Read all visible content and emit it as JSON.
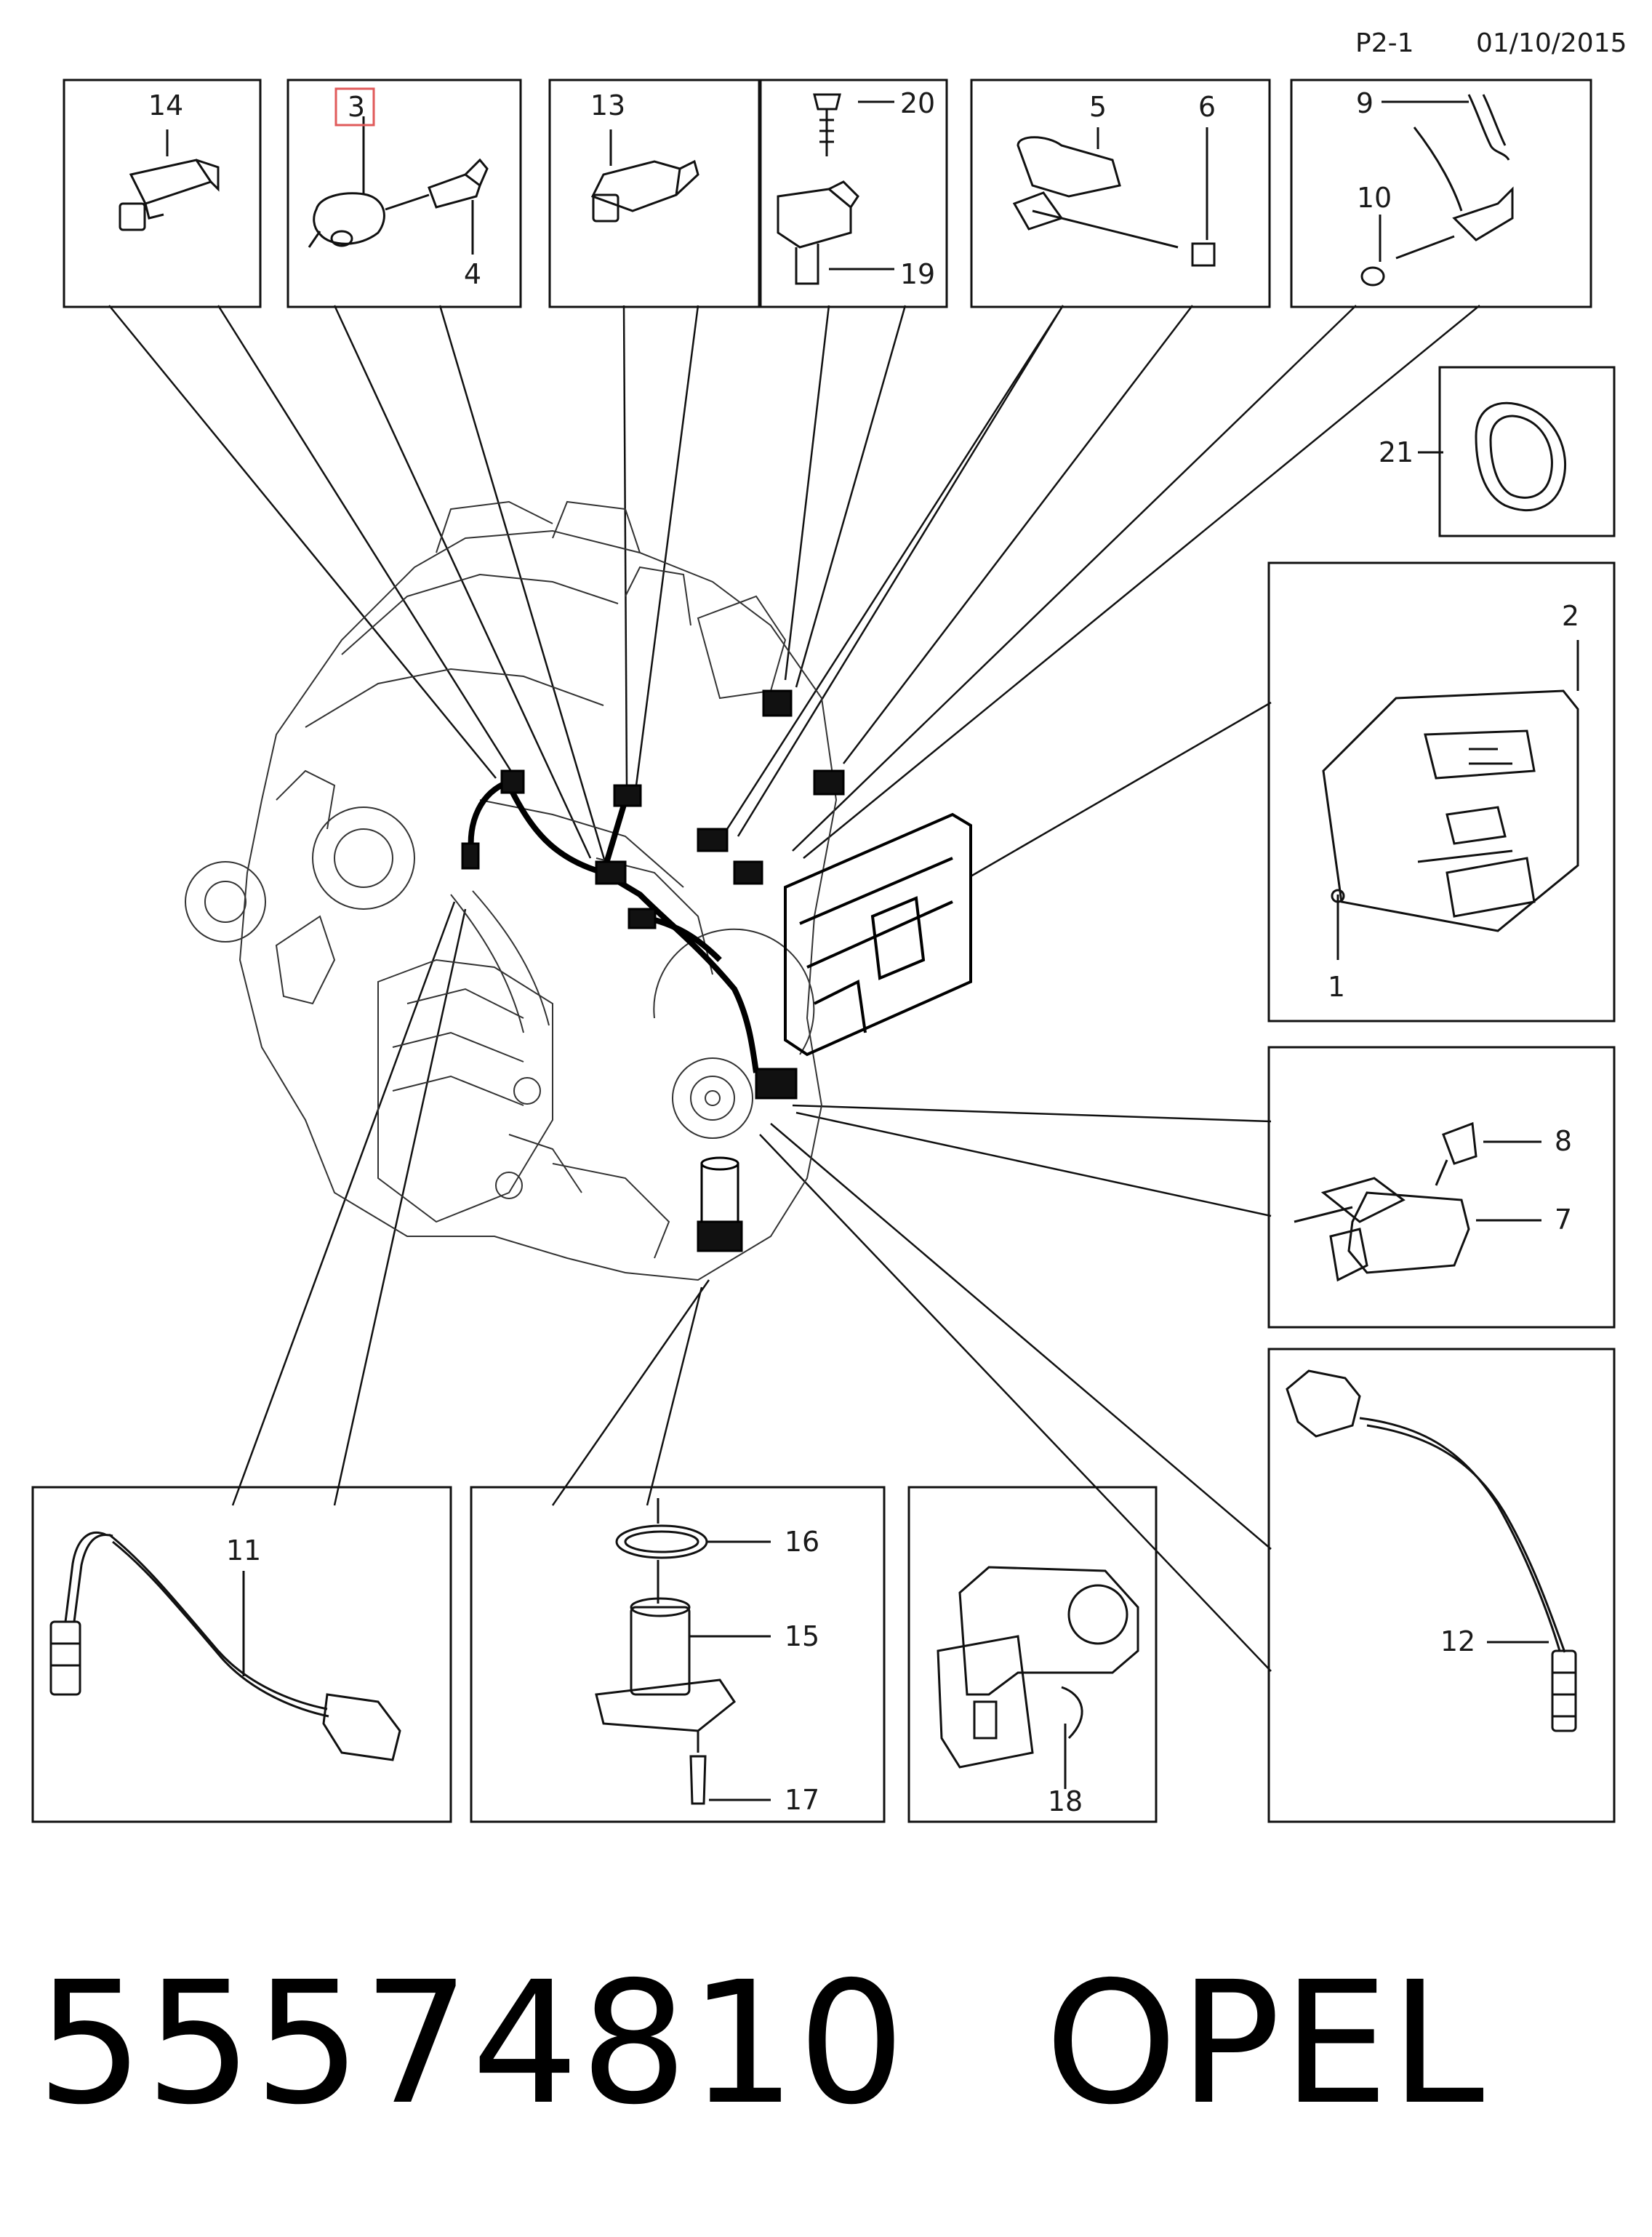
{
  "header": {
    "page_ref": "P2-1",
    "date": "01/10/2015"
  },
  "title": {
    "part_number": "55574810",
    "brand": "OPEL"
  },
  "callouts": {
    "c1": "1",
    "c2": "2",
    "c3": "3",
    "c4": "4",
    "c5": "5",
    "c6": "6",
    "c7": "7",
    "c8": "8",
    "c9": "9",
    "c10": "10",
    "c11": "11",
    "c12": "12",
    "c13": "13",
    "c14": "14",
    "c15": "15",
    "c16": "16",
    "c17": "17",
    "c18": "18",
    "c19": "19",
    "c20": "20",
    "c21": "21"
  },
  "highlight": {
    "selected_callout": "3",
    "color": "#e05a5a"
  }
}
